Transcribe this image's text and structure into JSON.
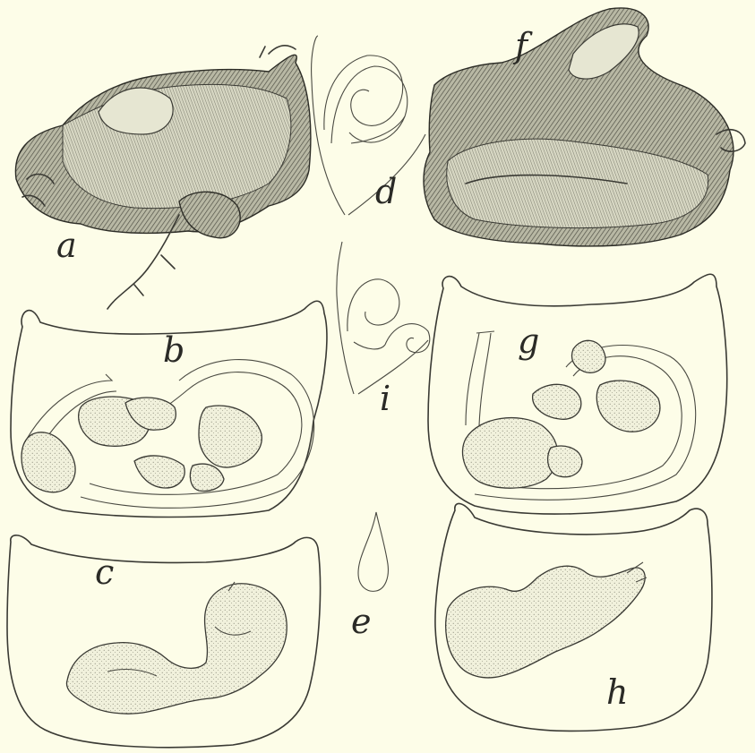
{
  "plate": {
    "background_color": "#fdfde8",
    "ink_color": "#3a3a34",
    "figures": [
      {
        "id": "a",
        "label": "a"
      },
      {
        "id": "b",
        "label": "b"
      },
      {
        "id": "c",
        "label": "c"
      },
      {
        "id": "d",
        "label": "d"
      },
      {
        "id": "e",
        "label": "e"
      },
      {
        "id": "f",
        "label": "f"
      },
      {
        "id": "g",
        "label": "g"
      },
      {
        "id": "h",
        "label": "h"
      },
      {
        "id": "i",
        "label": "i"
      }
    ]
  }
}
